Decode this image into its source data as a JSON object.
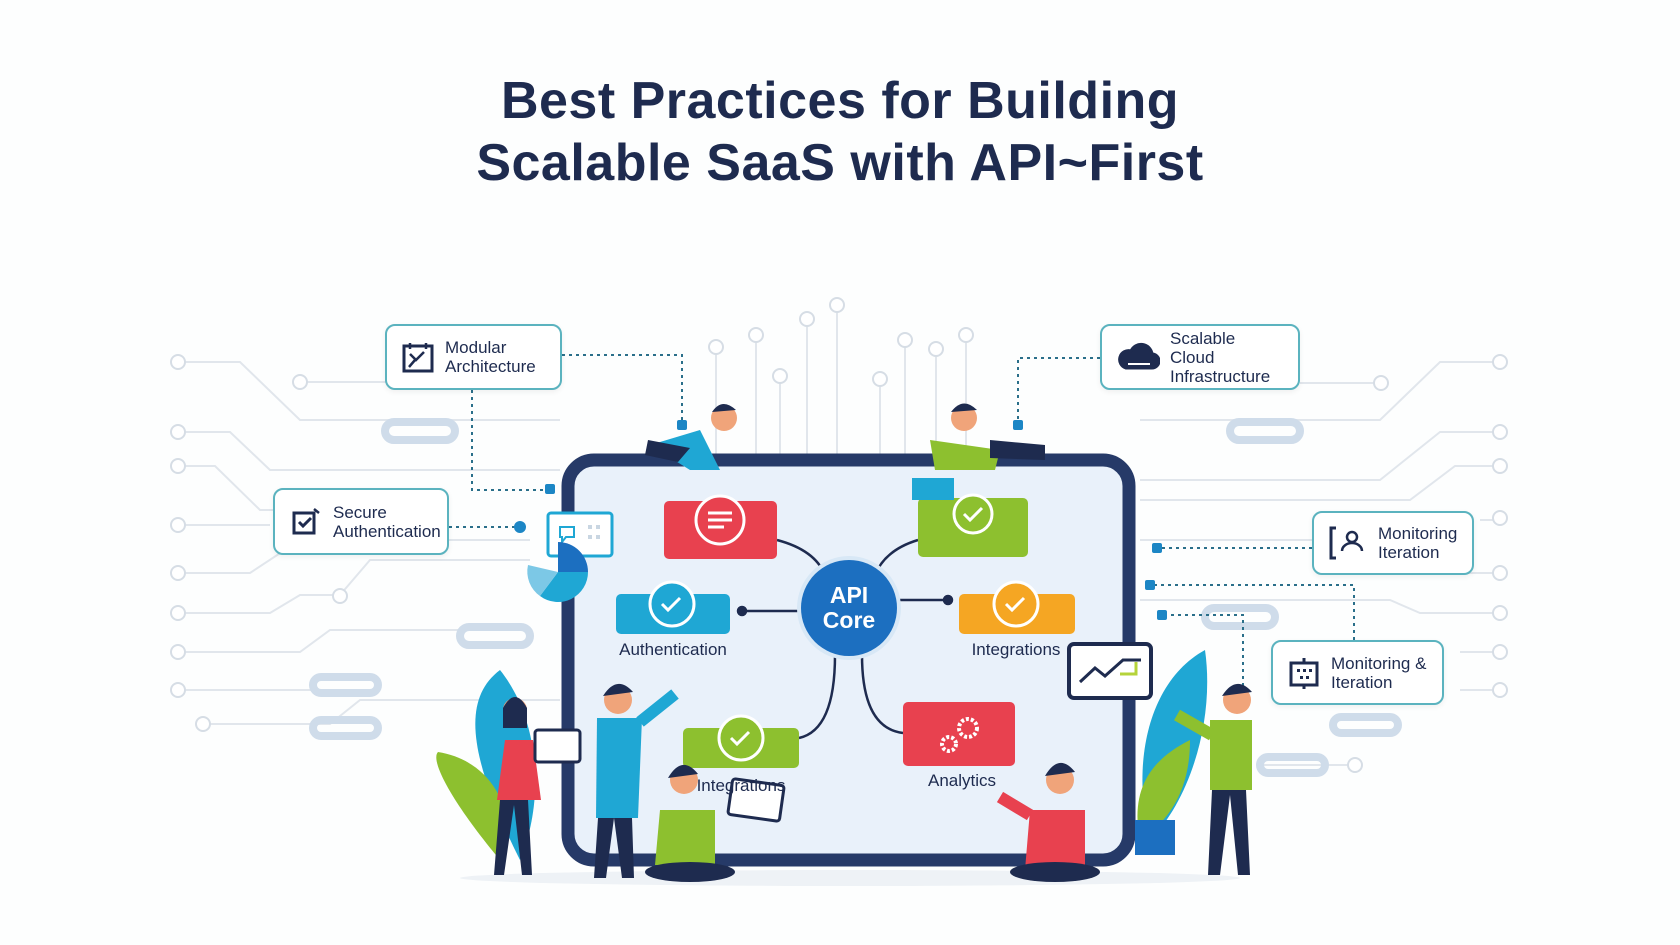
{
  "title": {
    "line1": "Best Practices for Building",
    "line2": "Scalable SaaS with API~First"
  },
  "core": {
    "line1": "API",
    "line2": "Core"
  },
  "modules": {
    "authentication": "Authentication",
    "integrations_right": "Integrations",
    "integrations_bottom": "Integrations",
    "analytics": "Analytics"
  },
  "callouts": {
    "modular": {
      "line1": "Modular",
      "line2": "Architecture",
      "icon": "blueprint-icon"
    },
    "secure": {
      "line1": "Secure",
      "line2": "Authentication",
      "icon": "shield-check-icon"
    },
    "cloud": {
      "line1": "Scalable Cloud",
      "line2": "Infrastructure",
      "icon": "cloud-icon"
    },
    "monitoring": {
      "line1": "Monitoring",
      "line2": "Iteration",
      "icon": "user-monitor-icon"
    },
    "monitoring2": {
      "line1": "Monitoring &",
      "line2": "Iteration",
      "icon": "dashboard-icon"
    }
  },
  "colors": {
    "navy": "#1e2b4f",
    "red": "#e8414f",
    "green": "#8dc02f",
    "blue": "#1fa7d4",
    "orange": "#f5a623",
    "core": "#1c6fc0",
    "teal_border": "#5bb3bf"
  }
}
